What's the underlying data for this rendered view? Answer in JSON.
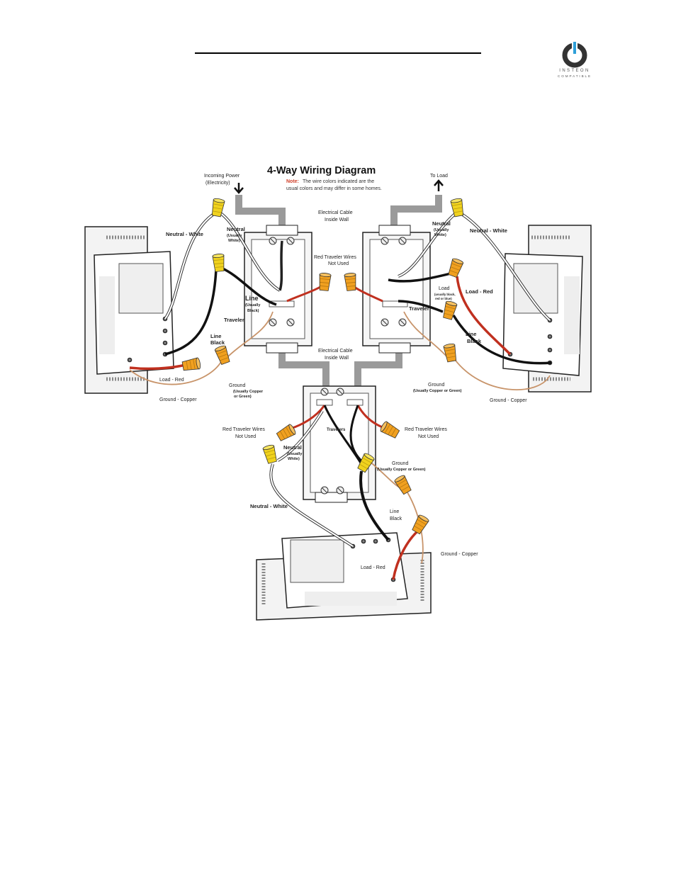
{
  "header": {
    "logo": {
      "icon": "insteon-power-icon",
      "brand": "INSTEON",
      "sub": "COMPATIBLE"
    }
  },
  "diagram": {
    "title": "4-Way Wiring Diagram",
    "note_label": "Note:",
    "note_line1": "The wire colors indicated are the",
    "note_line2": "usual colors and may differ in some homes.",
    "incoming_power_1": "Incoming Power",
    "incoming_power_2": "(Electricity)",
    "to_load": "To Load",
    "cable_top_1": "Electrical Cable",
    "cable_top_2": "Inside Wall",
    "cable_mid_1": "Electrical Cable",
    "cable_mid_2": "Inside Wall",
    "red_traveler_top_1": "Red Traveler Wires",
    "red_traveler_top_2": "Not Used",
    "left": {
      "neutral_white": "Neutral - White",
      "neutral": "Neutral",
      "usually_white_1": "(Usually",
      "usually_white_2": "White)",
      "line": "Line",
      "usually_black_1": "(Usually",
      "usually_black_2": "Black)",
      "traveler": "Traveler",
      "line_black_1": "Line",
      "line_black_2": "Black",
      "load_red": "Load - Red",
      "ground_copper": "Ground - Copper",
      "ground": "Ground",
      "usually_copper_1": "(Usually Copper",
      "usually_copper_2": "or Green)"
    },
    "right": {
      "neutral": "Neutral",
      "usually_white_1": "(Usually",
      "usually_white_2": "White)",
      "neutral_white": "Neutral - White",
      "load": "Load",
      "load_note_1": "(usually black,",
      "load_note_2": "red or blue)",
      "load_red": "Load - Red",
      "traveler": "Traveler",
      "line_black_1": "Line",
      "line_black_2": "Black",
      "ground": "Ground",
      "usually_copper": "(Usually Copper or Green)",
      "ground_copper": "Ground - Copper"
    },
    "bottom": {
      "red_traveler_left_1": "Red Traveler Wires",
      "red_traveler_left_2": "Not Used",
      "red_traveler_right_1": "Red Traveler Wires",
      "red_traveler_right_2": "Not Used",
      "travelers": "Travelers",
      "neutral": "Neutral",
      "usually_white_1": "(Usually",
      "usually_white_2": "White)",
      "ground": "Ground",
      "usually_copper": "(Usually Copper or Green)",
      "neutral_white": "Neutral - White",
      "line_black_1": "Line",
      "line_black_2": "Black",
      "ground_copper": "Ground - Copper",
      "load_red": "Load - Red"
    }
  },
  "colors": {
    "hot": "#111111",
    "neutral": "#ffffff",
    "load": "#c0301f",
    "ground": "#c8946a",
    "cable": "#9a9a9a",
    "wirenut_yellow": "#f0d21e",
    "wirenut_orange": "#f0a020",
    "note_red": "#d0402a"
  }
}
